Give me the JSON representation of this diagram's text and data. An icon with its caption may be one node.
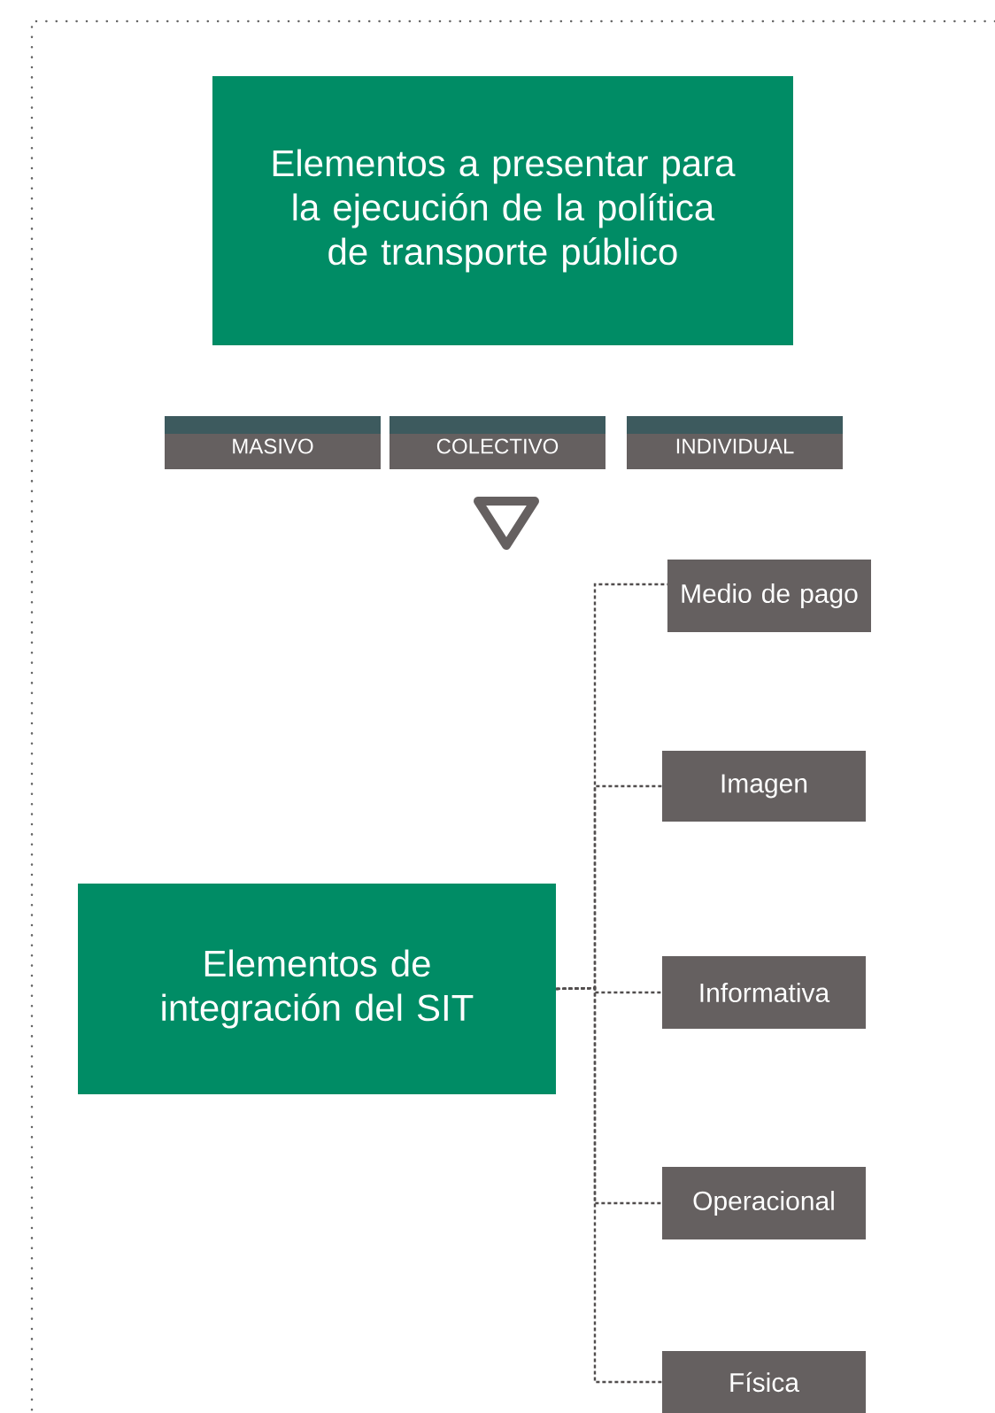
{
  "diagram": {
    "nodes": [
      {
        "text": [
          "Elementos a presentar para la ejecución de la política de transporte público"
        ]
      },
      {
        "text": [
          "MASIVO"
        ]
      },
      {
        "text": [
          "COLECTIVO"
        ]
      },
      {
        "text": [
          "INDIVIDUAL"
        ]
      },
      {
        "text": [
          "Elementos de integración del SIT"
        ]
      },
      {
        "text": [
          "Medio de pago"
        ]
      },
      {
        "text": [
          "Imagen"
        ]
      },
      {
        "text": [
          "Informativa"
        ]
      },
      {
        "text": [
          "Operacional"
        ]
      },
      {
        "text": [
          "Física"
        ]
      }
    ],
    "edges": [
      {
        "from": 4,
        "to": 5,
        "arrow": "none"
      },
      {
        "from": 4,
        "to": 6,
        "arrow": "none"
      },
      {
        "from": 4,
        "to": 7,
        "arrow": "none"
      },
      {
        "from": 4,
        "to": 8,
        "arrow": "none"
      },
      {
        "from": 4,
        "to": 9,
        "arrow": "none"
      }
    ]
  }
}
